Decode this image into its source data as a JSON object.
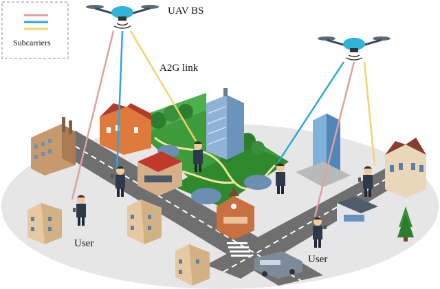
{
  "labels": {
    "uav_bs": "UAV BS",
    "a2g_link": "A2G link",
    "user_left": "User",
    "user_right": "User"
  },
  "legend": {
    "title": "Subcarriers",
    "colors": [
      "#e0a0a0",
      "#2aa7e0",
      "#f2d46a"
    ]
  },
  "link_colors": {
    "pink": "#e0a0a0",
    "blue": "#2aa7e0",
    "yellow": "#f2d46a"
  },
  "icons": [
    "drone-icon",
    "building-icon",
    "tree-icon",
    "person-icon",
    "bus-icon",
    "park-icon"
  ]
}
